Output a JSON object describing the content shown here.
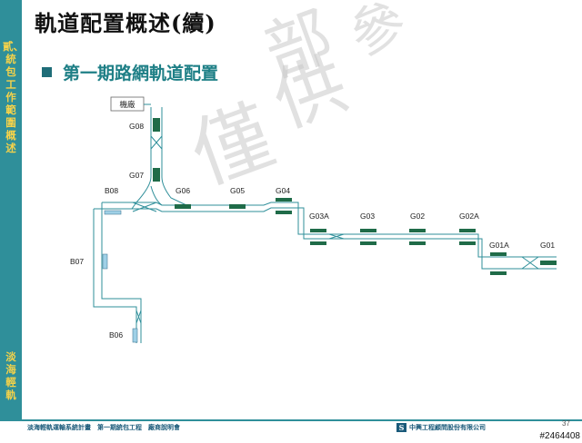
{
  "title": "軌道配置概述(續)",
  "subtitle": "第一期路網軌道配置",
  "sidebar": {
    "section": "貳、統包工作範圍概述",
    "project": "淡海輕軌"
  },
  "watermark": {
    "chars": [
      "部",
      "僅",
      "供",
      "參"
    ]
  },
  "diagram": {
    "depot_label": "機廠",
    "labels": {
      "G08": "G08",
      "G07": "G07",
      "B08": "B08",
      "G06": "G06",
      "G05": "G05",
      "G04": "G04",
      "G03A": "G03A",
      "G03": "G03",
      "G02": "G02",
      "G02A": "G02A",
      "G01A": "G01A",
      "G01": "G01",
      "B07": "B07",
      "B06": "B06"
    },
    "colors": {
      "track": "#2f8f9a",
      "platform": "#1f6b48",
      "platform_alt": "#9fd0e6"
    }
  },
  "footer": {
    "left": "淡海輕軌運輸系統計畫　第一期統包工程　廠商說明會",
    "company": "中興工程顧問股份有限公司",
    "page": "37"
  },
  "stamp": "#2464408"
}
